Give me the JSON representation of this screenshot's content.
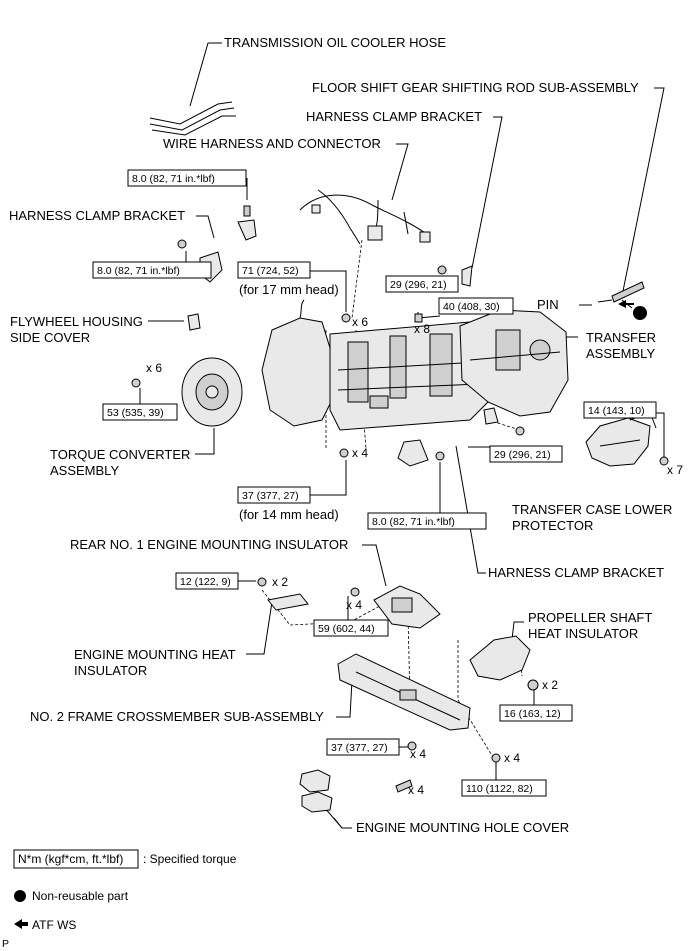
{
  "labels": {
    "transmission_oil_cooler_hose": "TRANSMISSION OIL COOLER HOSE",
    "floor_shift_rod": "FLOOR SHIFT GEAR SHIFTING ROD SUB-ASSEMBLY",
    "harness_clamp_bracket_top": "HARNESS CLAMP BRACKET",
    "wire_harness": "WIRE HARNESS AND CONNECTOR",
    "harness_clamp_bracket_left": "HARNESS CLAMP BRACKET",
    "pin": "PIN",
    "flywheel_cover_1": "FLYWHEEL HOUSING",
    "flywheel_cover_2": "SIDE COVER",
    "transfer_1": "TRANSFER",
    "transfer_2": "ASSEMBLY",
    "torque_converter_1": "TORQUE CONVERTER",
    "torque_converter_2": "ASSEMBLY",
    "transfer_protector_1": "TRANSFER CASE LOWER",
    "transfer_protector_2": "PROTECTOR",
    "rear_insulator": "REAR NO. 1 ENGINE MOUNTING INSULATOR",
    "harness_clamp_bracket_right": "HARNESS CLAMP BRACKET",
    "heat_insulator_1": "ENGINE MOUNTING HEAT",
    "heat_insulator_2": "INSULATOR",
    "propeller_insulator_1": "PROPELLER SHAFT",
    "propeller_insulator_2": "HEAT INSULATOR",
    "crossmember": "NO. 2 FRAME CROSSMEMBER SUB-ASSEMBLY",
    "hole_cover": "ENGINE MOUNTING HOLE COVER",
    "head_17": "(for 17 mm head)",
    "head_14": "(for 14 mm head)"
  },
  "torques": {
    "t1": "8.0 (82, 71 in.*lbf)",
    "t2": "8.0 (82, 71 in.*lbf)",
    "t3": "71 (724, 52)",
    "t4": "29 (296, 21)",
    "t5": "40 (408, 30)",
    "t6": "53 (535, 39)",
    "t7": "14 (143, 10)",
    "t8": "29 (296, 21)",
    "t9": "37 (377, 27)",
    "t10": "8.0 (82, 71 in.*lbf)",
    "t11": "12 (122, 9)",
    "t12": "59 (602, 44)",
    "t13": "16 (163, 12)",
    "t14": "37 (377, 27)",
    "t15": "110 (1122, 82)"
  },
  "quantities": {
    "q_tc": "x 6",
    "q_17": "x 6",
    "q_40": "x 8",
    "q_prot": "x 7",
    "q_14": "x 4",
    "q_12": "x 2",
    "q_59": "x 4",
    "q_16": "x 2",
    "q_37b": "x 4",
    "q_37c": "x 4",
    "q_110": "x 4"
  },
  "legend": {
    "unit_box": "N*m (kgf*cm, ft.*lbf)",
    "unit_desc": ": Specified torque",
    "nonreusable": "Non-reusable part",
    "atf": "ATF WS",
    "corner": "P"
  }
}
